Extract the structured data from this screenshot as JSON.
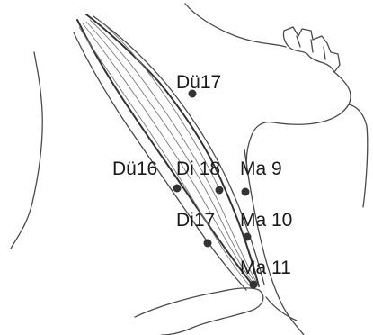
{
  "points": [
    {
      "id": "due17",
      "label": "Dü17"
    },
    {
      "id": "due16",
      "label": "Dü16"
    },
    {
      "id": "di18",
      "label": "Di 18"
    },
    {
      "id": "ma9",
      "label": "Ma 9"
    },
    {
      "id": "di17",
      "label": "Di17"
    },
    {
      "id": "ma10",
      "label": "Ma 10"
    },
    {
      "id": "ma11",
      "label": "Ma 11"
    }
  ],
  "colors": {
    "point": "#333333",
    "line": "#4a4a4a",
    "text": "#1a1a1a"
  }
}
